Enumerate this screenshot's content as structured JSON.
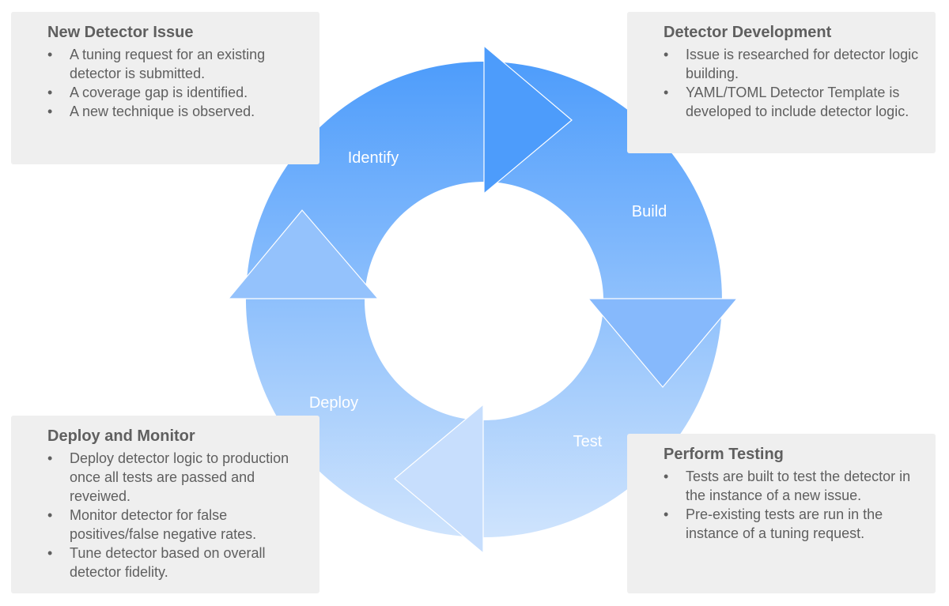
{
  "cycle": {
    "stages": [
      {
        "label": "Identify"
      },
      {
        "label": "Build"
      },
      {
        "label": "Test"
      },
      {
        "label": "Deploy"
      }
    ],
    "colors": {
      "top": "#4d9cfb",
      "bottom": "#cfe4fd",
      "arrow_outline": "#ffffff"
    }
  },
  "panels": {
    "identify": {
      "title": "New Detector Issue",
      "items": [
        "A tuning request for an existing detector is submitted.",
        "A coverage gap is identified.",
        "A new technique is observed."
      ]
    },
    "build": {
      "title": "Detector Development",
      "items": [
        "Issue is researched for detector logic building.",
        "YAML/TOML Detector Template is developed to include detector logic."
      ]
    },
    "test": {
      "title": "Perform Testing",
      "items": [
        "Tests are built to test the detector in the instance of a new issue.",
        "Pre-existing tests are run in the instance of a tuning request."
      ]
    },
    "deploy": {
      "title": "Deploy and Monitor",
      "items": [
        "Deploy detector logic to production once all tests are passed and reveiwed.",
        "Monitor detector for false positives/false negative rates.",
        "Tune detector based on overall detector fidelity."
      ]
    },
    "bullet": "•",
    "panel_color": "#efefef",
    "text_color": "#5f5f5f"
  }
}
